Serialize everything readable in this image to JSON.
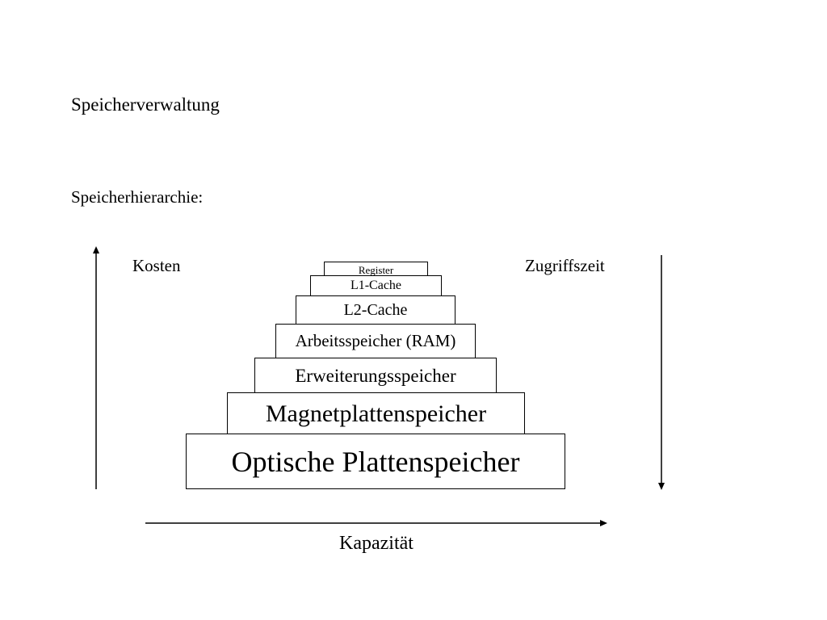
{
  "slide": {
    "title": "Speicherverwaltung",
    "subtitle": "Speicherhierarchie:"
  },
  "axes": {
    "left_label": "Kosten",
    "right_label": "Zugriffszeit",
    "bottom_label": "Kapazität"
  },
  "pyramid": {
    "levels": [
      {
        "label": "Register"
      },
      {
        "label": "L1-Cache"
      },
      {
        "label": "L2-Cache"
      },
      {
        "label": "Arbeitsspeicher (RAM)"
      },
      {
        "label": "Erweiterungsspeicher"
      },
      {
        "label": "Magnetplattenspeicher"
      },
      {
        "label": "Optische Plattenspeicher"
      }
    ]
  },
  "colors": {
    "line": "#000000",
    "background": "#ffffff"
  }
}
